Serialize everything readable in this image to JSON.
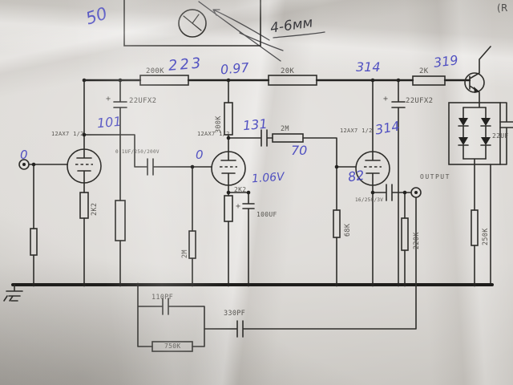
{
  "meta": {
    "description": "Photograph of a printed three-stage 12AX7 tube amplifier schematic on creased paper, annotated by hand in blue ink with measured voltages",
    "paper_color": "#d9d6d2",
    "ink_color": "#4545bf",
    "print_color": "#45433e"
  },
  "handwritten": {
    "n50": "50",
    "mount_gap": "4-6мм",
    "v_node1": "223",
    "v_097": "0.97",
    "v_rail3": "314",
    "v_node4": "319",
    "v_plate1": "101",
    "v_plate2": "131",
    "v_grid1": "0",
    "v_grid2": "0",
    "v_grid3": "70",
    "v_plate3": "314",
    "v_cathode2": "1.06V",
    "v_cathode3": "82"
  },
  "printed": {
    "r_200k": "200K",
    "r_20k": "20K",
    "r_2k": "2K",
    "c_22uf_left": "22UFX2",
    "c_22uf_right": "22UFX2",
    "tube1": "12AX7 1/2",
    "tube2": "12AX7 1/2",
    "tube3": "12AX7 1/2",
    "c_coupling1": "0.1UF/250/200V",
    "r_300k": "300K",
    "r_2m_series": "2M",
    "r_2m_grid": "2M",
    "r_2k2_1": "2K2",
    "r_2k2_2": "2K2",
    "c_100uf": "100UF",
    "r_68k": "68K",
    "r_220k": "220K",
    "r_250k": "250K",
    "c_output": "16/250/3V",
    "output_label": "OUTPUT",
    "c_22uf_edge": "22UF",
    "corner_mark": "(R",
    "c_110pf": "110PF",
    "c_330pf": "330PF",
    "r_750k": "750K",
    "plus": "+"
  }
}
